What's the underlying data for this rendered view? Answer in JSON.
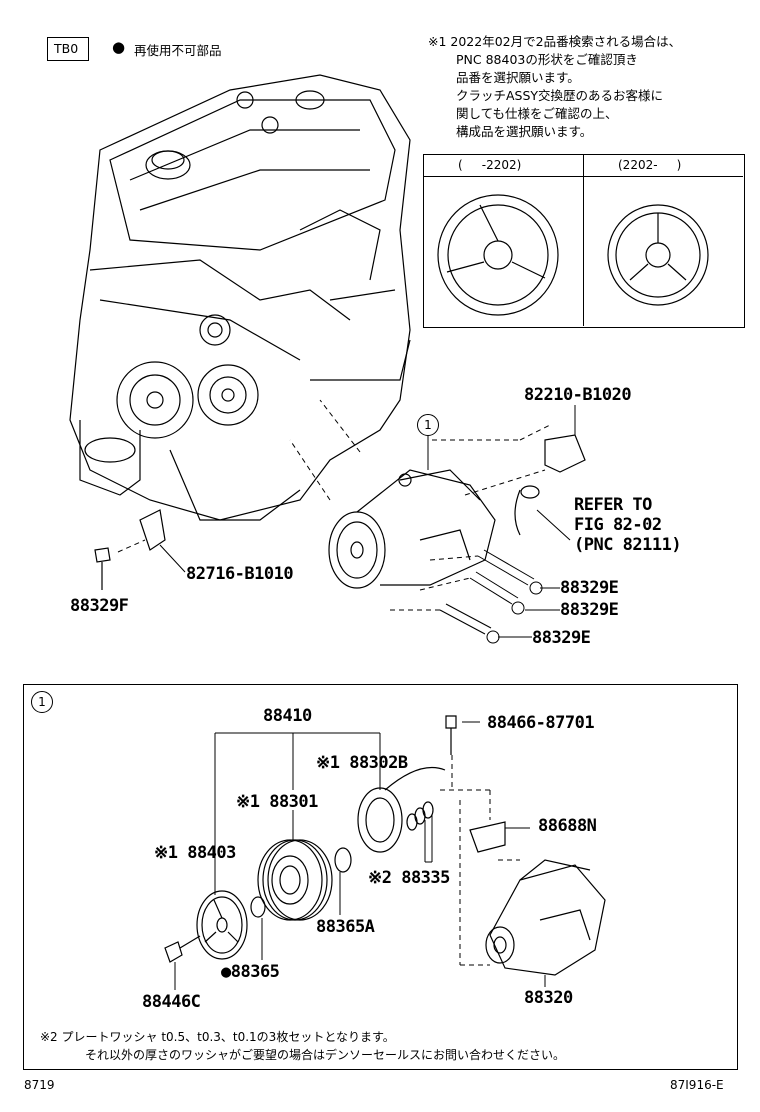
{
  "header": {
    "code": "TB0",
    "legend_marker": "●",
    "legend_text": "再使用不可部品"
  },
  "note1": {
    "lines": [
      "※1  2022年02月で2品番検索される場合は、",
      "PNC 88403の形状をご確認頂き",
      "品番を選択願います。",
      "クラッチASSY交換歴のあるお客様に",
      "関しても仕様をご確認の上、",
      "構成品を選択願います。"
    ]
  },
  "variant_table": {
    "col1": "(     -2202)",
    "col2": "(2202-     )"
  },
  "upper": {
    "callout": "1",
    "parts": {
      "p82210": "82210-B1020",
      "refer1": "REFER TO",
      "refer2": "FIG 82-02",
      "refer3": "(PNC 82111)",
      "p82716": "82716-B1010",
      "p88329F": "88329F",
      "p88329E_1": "88329E",
      "p88329E_2": "88329E",
      "p88329E_3": "88329E"
    }
  },
  "detail": {
    "callout": "1",
    "parts": {
      "p88410": "88410",
      "p88466": "88466-87701",
      "p88302B": "※1 88302B",
      "p88301": "※1 88301",
      "p88688N": "88688N",
      "p88403": "※1 88403",
      "p88335": "※2 88335",
      "p88365A": "88365A",
      "p88365": "●88365",
      "p88446C": "88446C",
      "p88320": "88320"
    }
  },
  "note2": {
    "line1": "※2  プレートワッシャ t0.5、t0.3、t0.1の3枚セットとなります。",
    "line2": "それ以外の厚さのワッシャがご要望の場合はデンソーセールスにお問い合わせください。"
  },
  "footer": {
    "left": "8719",
    "right": "87I916-E"
  }
}
